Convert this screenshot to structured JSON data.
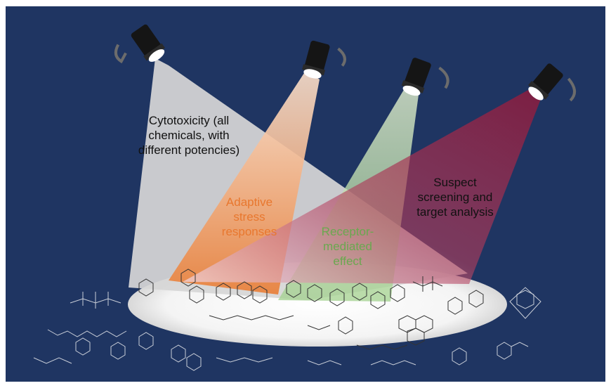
{
  "labels": {
    "cytotoxicity": "Cytotoxicity (all chemicals, with different potencies)",
    "adaptive": "Adaptive stress responses",
    "receptor": "Receptor-mediated effect",
    "suspect": "Suspect screening and target analysis"
  },
  "colors": {
    "background": "#1f3562",
    "cytotoxicity_beam": "#d9d9d9",
    "adaptive_beam": "#f0a070",
    "receptor_beam": "#b8dca0",
    "suspect_beam": "#b03050",
    "adaptive_text": "#e8772e",
    "receptor_text": "#6aa84f"
  },
  "icons": [
    "spotlight-icon",
    "chemical-structure-icon"
  ]
}
